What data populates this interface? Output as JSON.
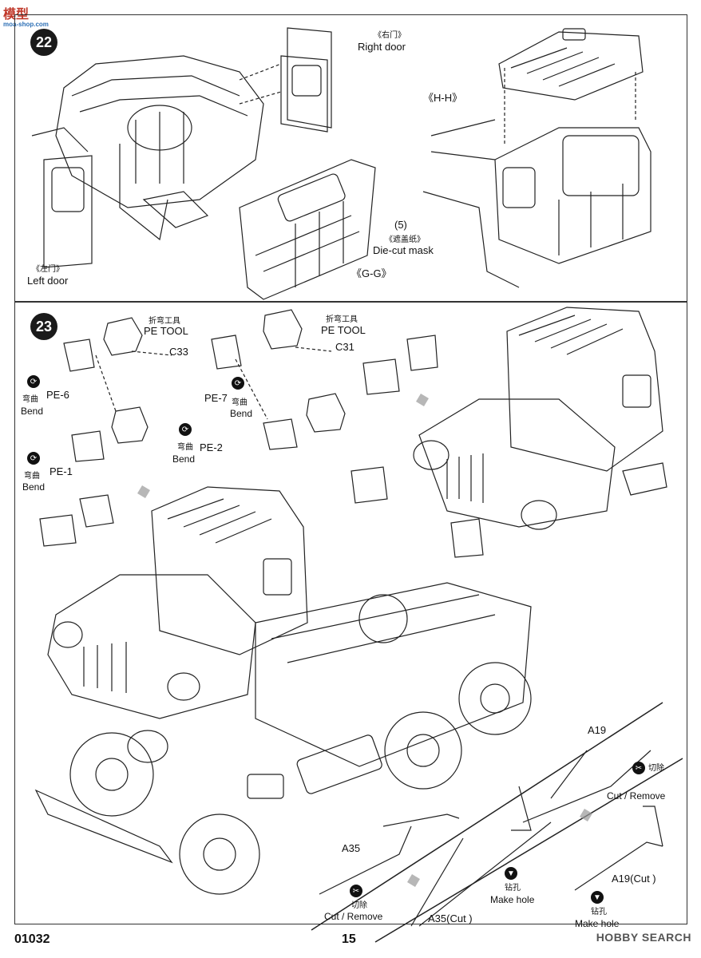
{
  "watermark_top": {
    "cn": "模型",
    "sub": "moa-shop.com"
  },
  "steps": {
    "step22": {
      "number": "22",
      "right_door_cn": "《右门》",
      "right_door": "Right door",
      "hh": "《H-H》",
      "mask_num": "(5)",
      "mask_cn": "《遮盖纸》",
      "mask": "Die-cut mask",
      "left_door_cn": "《左门》",
      "left_door": "Left door",
      "gg": "《G-G》"
    },
    "step23": {
      "number": "23",
      "pe_tool_cn_1": "折弯工具",
      "pe_tool_1": "PE TOOL",
      "c33": "C33",
      "pe_tool_cn_2": "折弯工具",
      "pe_tool_2": "PE TOOL",
      "c31": "C31",
      "bend_cn": "弯曲",
      "bend": "Bend",
      "pe6": "PE-6",
      "pe7": "PE-7",
      "pe2": "PE-2",
      "pe1": "PE-1",
      "a19": "A19",
      "cut_cn": "切除",
      "cut_remove": "Cut / Remove",
      "a35": "A35",
      "a35cut": "A35(Cut )",
      "a19cut": "A19(Cut )",
      "drill_cn": "钻孔",
      "make_hole": "Make hole"
    }
  },
  "footer": {
    "code": "01032",
    "page": "15",
    "brand": "HOBBY SEARCH"
  }
}
